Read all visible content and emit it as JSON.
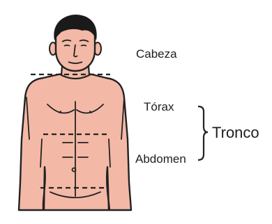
{
  "labels": {
    "head": "Cabeza",
    "thorax": "Tórax",
    "abdomen": "Abdomen",
    "trunk": "Tronco"
  },
  "colors": {
    "skin": "#f3b9a6",
    "outline": "#222222",
    "hair": "#1a1a1a",
    "text": "#1f1f1f"
  }
}
